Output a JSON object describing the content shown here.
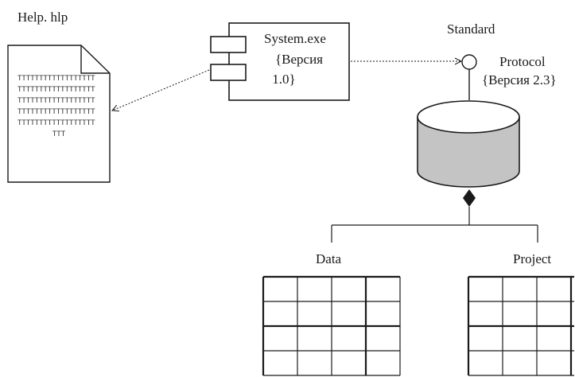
{
  "document": {
    "help_label": "Help. hlp",
    "doc_lines": [
      "TTTTTTTTTTTTTTTTTT",
      "TTTTTTTTTTTTTTTTTT",
      "TTTTTTTTTTTTTTTTTT",
      "TTTTTTTTTTTTTTTTTT",
      "TTTTTTTTTTTTTTTTTT",
      "TTT"
    ]
  },
  "component": {
    "name": "System.exe",
    "version_line1": "{Версия",
    "version_line2": "1.0}"
  },
  "interface": {
    "label_line1": "Standard",
    "label_line2": "Protocol",
    "version": "{Версия 2.3}"
  },
  "tables": {
    "left_label": "Data",
    "right_label": "Project"
  },
  "colors": {
    "database_fill": "#c4c4c4",
    "line": "#1a1a1a"
  }
}
